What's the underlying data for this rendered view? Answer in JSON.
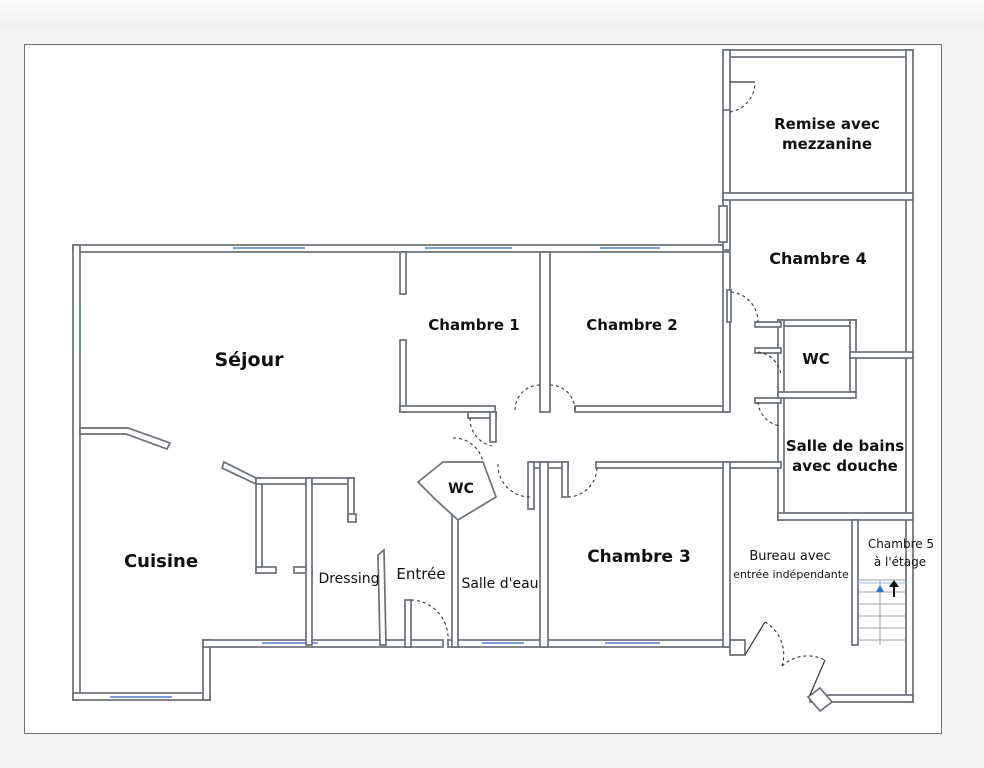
{
  "rooms": {
    "remise": [
      "Remise avec",
      "mezzanine"
    ],
    "chambre4": "Chambre 4",
    "chambre1": "Chambre 1",
    "chambre2": "Chambre 2",
    "sejour": "Séjour",
    "wc_right": "WC",
    "salle_bains": [
      "Salle de bains",
      "avec douche"
    ],
    "wc_center": "WC",
    "cuisine": "Cuisine",
    "dressing": "Dressing",
    "entree": "Entrée",
    "salle_eau": "Salle d'eau",
    "chambre3": "Chambre 3",
    "bureau": [
      "Bureau avec",
      "entrée indépendante"
    ],
    "chambre5": [
      "Chambre 5",
      "à l'étage"
    ]
  },
  "colors": {
    "wall": "#6a7078",
    "window": "#4f7fd0",
    "stair_arrow_up": "#2e6fd6"
  },
  "icons": {
    "stair_arrow": "up-arrow-icon"
  }
}
